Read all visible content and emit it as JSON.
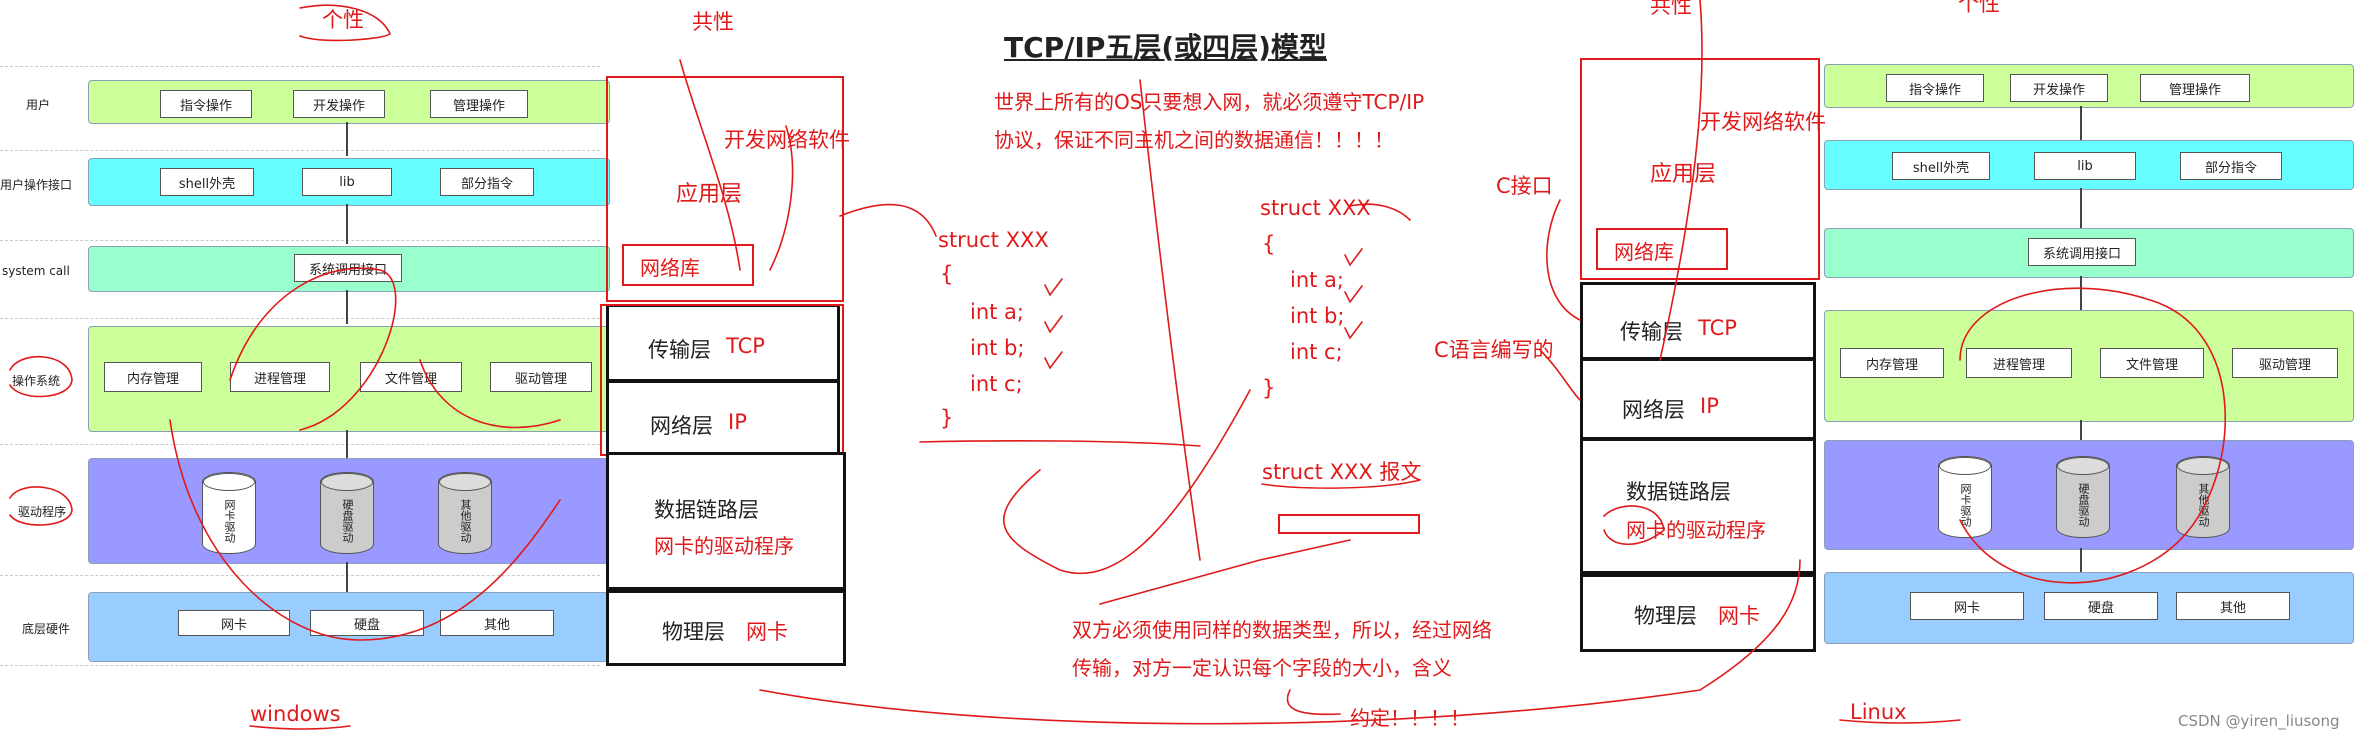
{
  "title": "TCP/IP五层(或四层)模型",
  "intro": [
    "世界上所有的OS只要想入网，就必须遵守TCP/IP",
    "协议，保证不同主机之间的数据通信！！！！"
  ],
  "left_stack": {
    "row_labels": [
      "用户",
      "用户操作接口",
      "system call",
      "操作系统",
      "驱动程序",
      "底层硬件"
    ],
    "user_boxes": [
      "指令操作",
      "开发操作",
      "管理操作"
    ],
    "interface_boxes": [
      "shell外壳",
      "lib",
      "部分指令"
    ],
    "syscall_box": "系统调用接口",
    "os_boxes": [
      "内存管理",
      "进程管理",
      "文件管理",
      "驱动管理"
    ],
    "driver_cylinders": [
      "网卡驱动",
      "硬盘驱动",
      "其他驱动"
    ],
    "hardware_boxes": [
      "网卡",
      "硬盘",
      "其他"
    ],
    "caption": "windows",
    "note_top": "个性"
  },
  "right_stack": {
    "user_boxes": [
      "指令操作",
      "开发操作",
      "管理操作"
    ],
    "interface_boxes": [
      "shell外壳",
      "lib",
      "部分指令"
    ],
    "syscall_box": "系统调用接口",
    "os_boxes": [
      "内存管理",
      "进程管理",
      "文件管理",
      "驱动管理"
    ],
    "driver_cylinders": [
      "网卡驱动",
      "硬盘驱动",
      "其他驱动"
    ],
    "hardware_boxes": [
      "网卡",
      "硬盘",
      "其他"
    ],
    "caption": "Linux",
    "note_top": "个性"
  },
  "left_layers": {
    "common": "共性",
    "dev_software": "开发网络软件",
    "app": "应用层",
    "netlib": "网络库",
    "transport": "传输层",
    "transport_proto": "TCP",
    "network": "网络层",
    "network_proto": "IP",
    "datalink": "数据链路层",
    "datalink_note": "网卡的驱动程序",
    "physical": "物理层",
    "physical_note": "网卡"
  },
  "right_layers": {
    "common": "共性",
    "dev_software": "开发网络软件",
    "app": "应用层",
    "netlib": "网络库",
    "c_api": "C接口",
    "c_written": "C语言编写的",
    "transport": "传输层",
    "transport_proto": "TCP",
    "network": "网络层",
    "network_proto": "IP",
    "datalink": "数据链路层",
    "datalink_note": "网卡的驱动程序",
    "physical": "物理层",
    "physical_note": "网卡"
  },
  "struct_left": [
    "struct XXX",
    "{",
    "int a;",
    "int b;",
    "int c;",
    "}"
  ],
  "struct_right": [
    "struct XXX",
    "{",
    "int a;",
    "int b;",
    "int c;",
    "}"
  ],
  "packet_label": "struct XXX 报文",
  "note_bottom": [
    "双方必须使用同样的数据类型，所以，经过网络",
    "传输，对方一定认识每个字段的大小，含义"
  ],
  "agreement": "约定！！！！",
  "watermark": "CSDN @yiren_liusong"
}
